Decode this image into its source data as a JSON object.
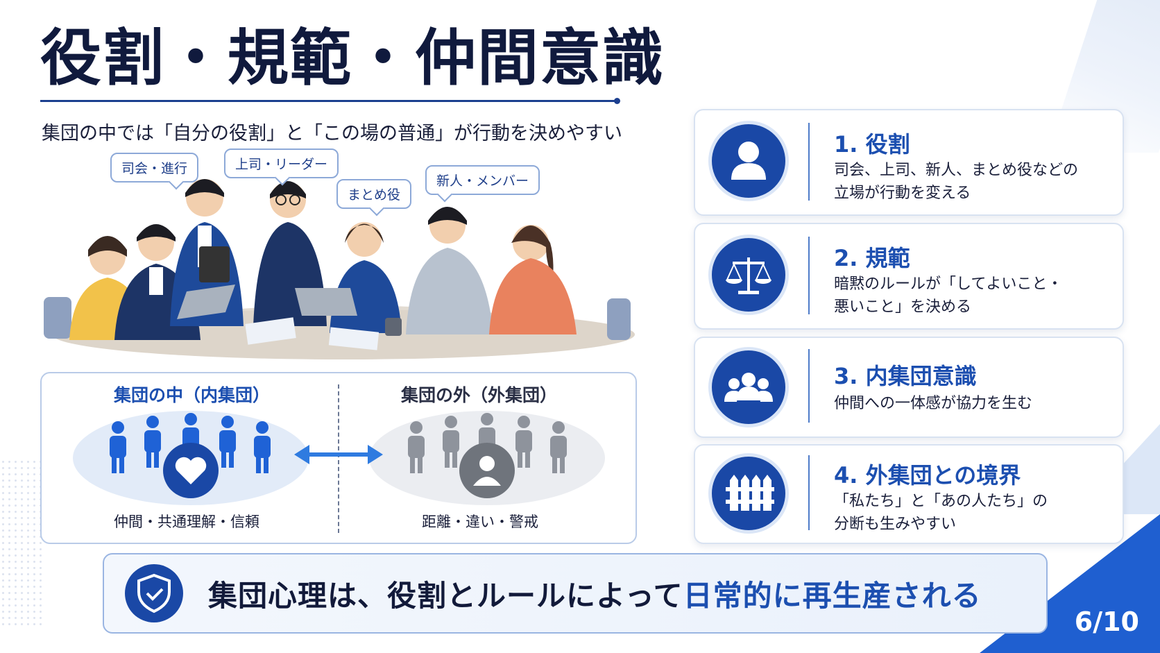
{
  "title": "役割・規範・仲間意識",
  "subtitle": "集団の中では「自分の役割」と「この場の普通」が行動を決めやすい",
  "speech_bubbles": [
    "司会・進行",
    "上司・リーダー",
    "まとめ役",
    "新人・メンバー"
  ],
  "in_group": {
    "label": "集団の中（内集団）",
    "caption": "仲間・共通理解・信頼",
    "icon": "heart-icon"
  },
  "out_group": {
    "label": "集団の外（外集団）",
    "caption": "距離・違い・警戒",
    "icon": "person-icon"
  },
  "cards": [
    {
      "title": "1. 役割",
      "desc1": "司会、上司、新人、まとめ役などの",
      "desc2": "立場が行動を変える",
      "icon": "person-icon"
    },
    {
      "title": "2. 規範",
      "desc1": "暗黙のルールが「してよいこと・",
      "desc2": "悪いこと」を決める",
      "icon": "scales-icon"
    },
    {
      "title": "3. 内集団意識",
      "desc1": "仲間への一体感が協力を生む",
      "desc2": "",
      "icon": "group-icon"
    },
    {
      "title": "4. 外集団との境界",
      "desc1": "「私たち」と「あの人たち」の",
      "desc2": "分断も生みやすい",
      "icon": "fence-icon"
    }
  ],
  "banner": {
    "text_before": "集団心理は、役割とルールによって",
    "text_highlight": "日常的に再生産される",
    "icon": "shield-check-icon"
  },
  "page_number": "6/10",
  "colors": {
    "accent": "#1c4fb0",
    "navy": "#1a48a6",
    "title": "#101a3d"
  }
}
